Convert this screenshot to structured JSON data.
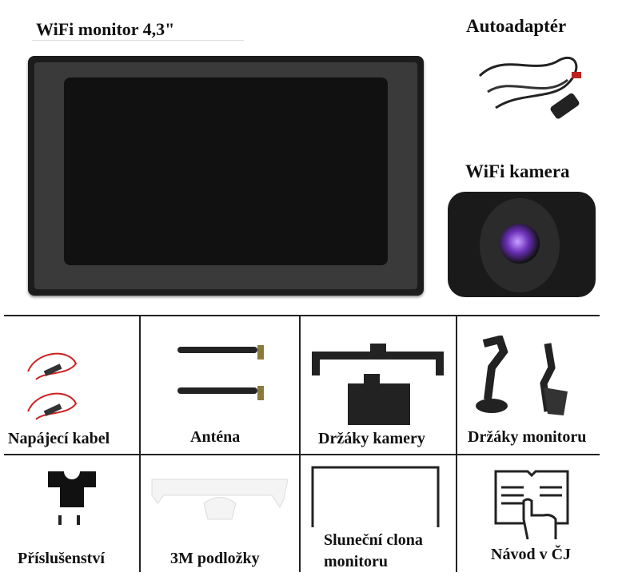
{
  "monitor": {
    "title": "WiFi monitor 4,3\""
  },
  "adapter": {
    "title": "Autoadaptér"
  },
  "camera": {
    "title": "WiFi kamera"
  },
  "accessories": [
    {
      "label": "Napájecí kabel",
      "icon": "power-cable-icon"
    },
    {
      "label": "Anténa",
      "icon": "antenna-icon"
    },
    {
      "label": "Držáky kamery",
      "icon": "camera-bracket-icon"
    },
    {
      "label": "Držáky monitoru",
      "icon": "monitor-mount-icon"
    },
    {
      "label": "Příslušenství",
      "icon": "bracket-screws-icon"
    },
    {
      "label": "3M podložky",
      "icon": "adhesive-pad-icon"
    },
    {
      "label": "Sluneční clona",
      "label2": "monitoru",
      "icon": "sun-visor-icon"
    },
    {
      "label": "Návod v ČJ",
      "icon": "manual-icon"
    }
  ]
}
